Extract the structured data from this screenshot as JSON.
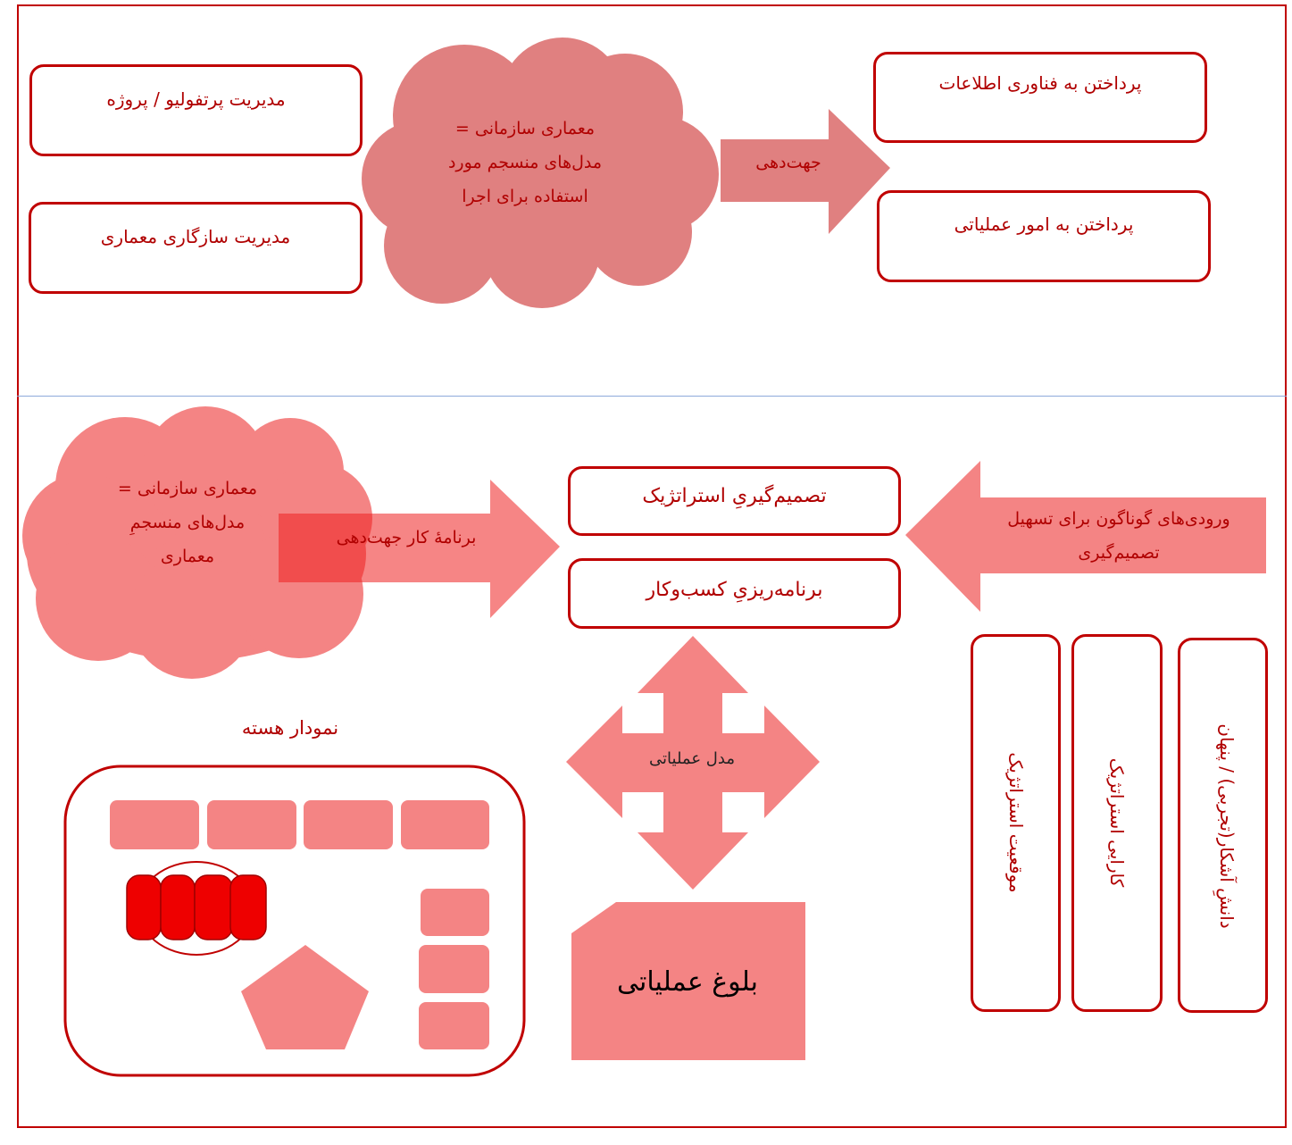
{
  "top": {
    "left_box_1": "مدیریت پرتفولیو / پروژه",
    "left_box_2": "مدیریت سازگاری معماری",
    "cloud_line_1": "معماری سازمانی =",
    "cloud_line_2": "مدل‌های منسجم مورد",
    "cloud_line_3": "استفاده  برای اجرا",
    "arrow_label": "جهت‌دهی",
    "right_box_1": "پرداختن به فناوری اطلاعات",
    "right_box_2": "پرداختن به امور عملیاتی"
  },
  "bottom": {
    "cloud_line_1": "معماری سازمانی =",
    "cloud_line_2": "مدل‌های منسجمِ",
    "cloud_line_3": "معماری",
    "arrow_label": "برنامهٔ کار جهت‌دهی",
    "box_decision": "تصمیم‌گیریِ استراتژیک",
    "box_planning": "برنامه‌ریزیِ کسب‌وکار",
    "inputs_line_1": "ورودی‌های گوناگون برای تسهیل",
    "inputs_line_2": "تصمیم‌گیری",
    "col_1": "موقعیت استراتژیک",
    "col_2": "کارایی استراتژیک",
    "col_3": "دانشِ آشکار(تجربی) / پنهان",
    "core_diagram_title": "نمودار هسته",
    "op_model": "مدل عملیاتی",
    "op_maturity": "بلوغ عملیاتی"
  },
  "colors": {
    "border": "#c00000",
    "text_red": "#b00000",
    "cloud_top": "#e08080",
    "pink": "#f48484",
    "bright_red": "#ee0000",
    "divider": "#8eaadb"
  }
}
